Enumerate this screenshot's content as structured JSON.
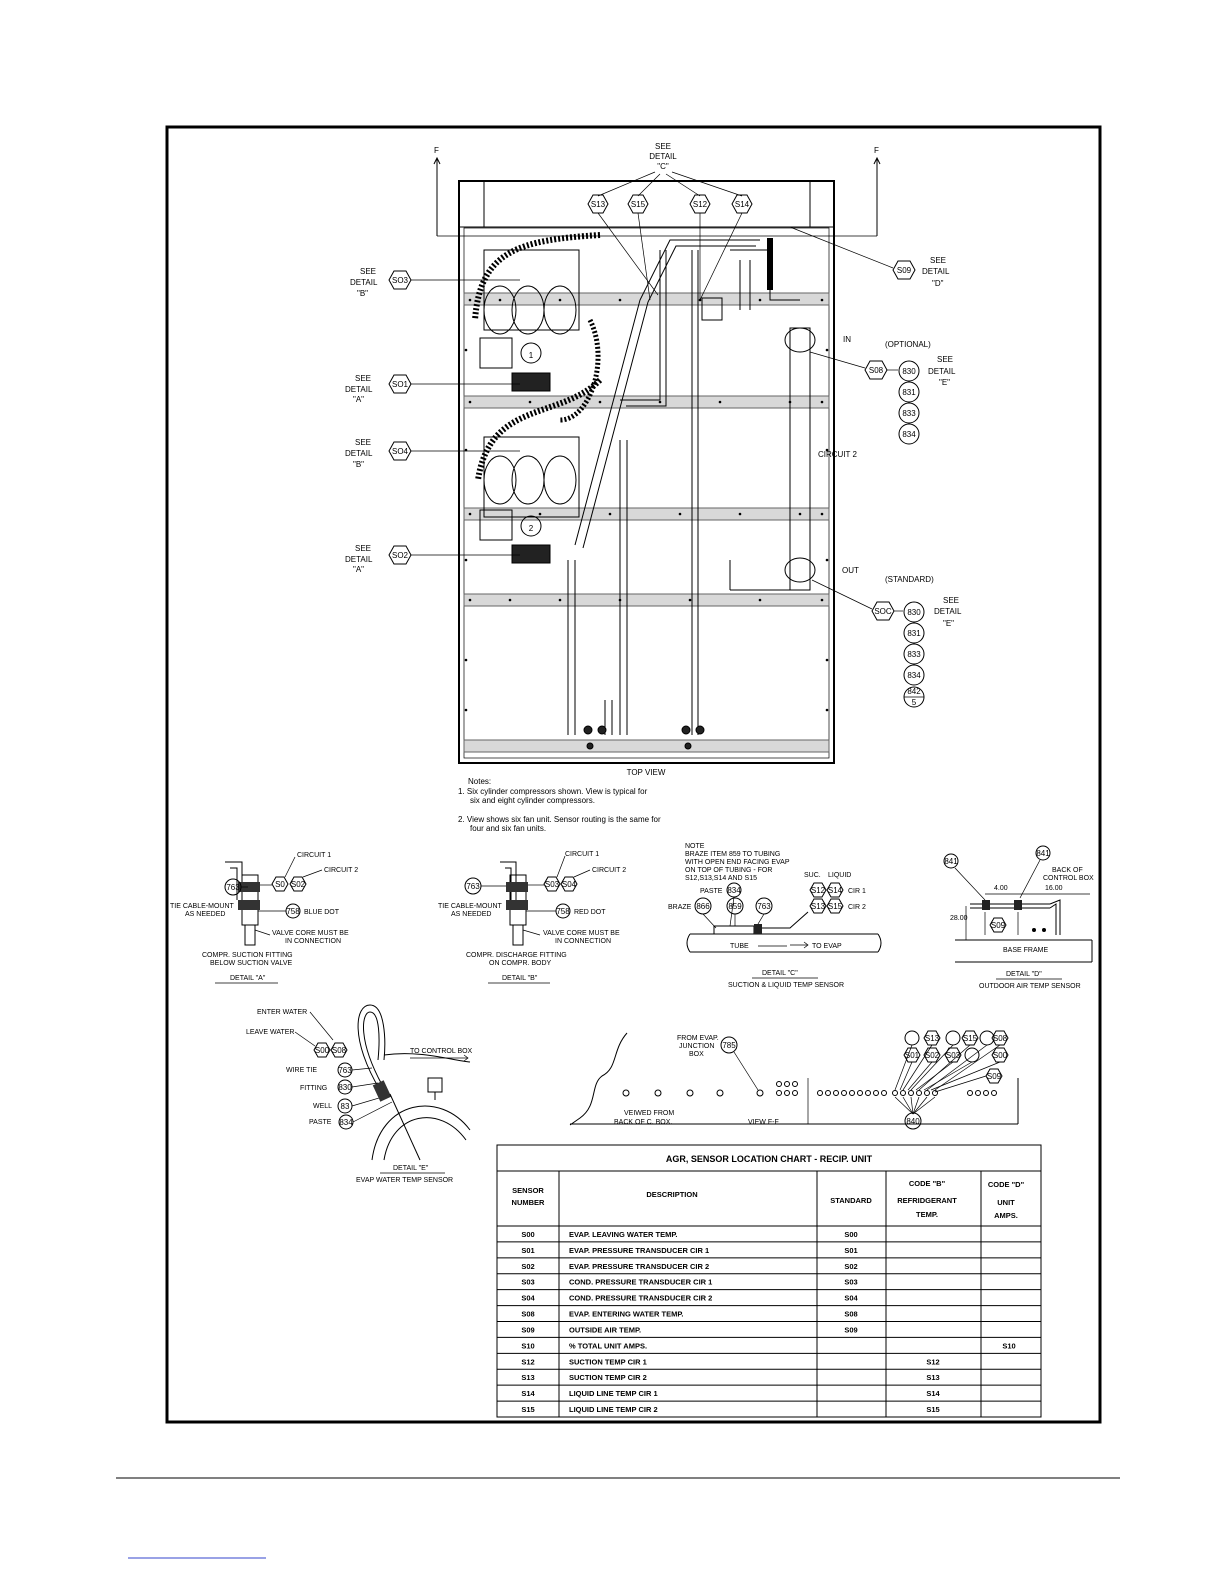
{
  "top_view": {
    "title": "TOP VIEW",
    "section_mark": "F",
    "see_detail_c": [
      "SEE",
      "DETAIL",
      "\"C\""
    ],
    "see": "SEE",
    "detail": "DETAIL",
    "detail_a_q": "\"A\"",
    "detail_b_q": "\"B\"",
    "detail_d_q": "\"D\"",
    "detail_e_q": "\"E\"",
    "in_label": "IN",
    "out_label": "OUT",
    "optional": "(OPTIONAL)",
    "standard": "(STANDARD)",
    "circuit2": "CIRCUIT 2",
    "compressor_1": "1",
    "compressor_2": "2",
    "tags": {
      "s13": "S13",
      "s15": "S15",
      "s12": "S12",
      "s14": "S14",
      "s09": "S09",
      "s03": "SO3",
      "s01": "SO1",
      "s04": "SO4",
      "s02": "SO2",
      "s08": "S08",
      "s00": "SOC"
    },
    "in_items": [
      "830",
      "831",
      "833",
      "834"
    ],
    "out_items": [
      "830",
      "831",
      "833",
      "834"
    ],
    "out_last_top": "842",
    "out_last_bottom": "5"
  },
  "notes": {
    "heading": "Notes:",
    "n1a": "1.  Six cylinder compressors shown.  View is typical for",
    "n1b": "six and eight cylinder compressors.",
    "n2a": "2.  View shows six fan unit.  Sensor routing is the same for",
    "n2b": "four and six fan units."
  },
  "detail_a": {
    "circuit1": "CIRCUIT 1",
    "circuit2": "CIRCUIT 2",
    "item763": "763",
    "tag1": "S0",
    "tag2": "S02",
    "tie1": "TIE CABLE-MOUNT",
    "tie2": "AS NEEDED",
    "item758": "758",
    "dot": "BLUE DOT",
    "valve1": "VALVE CORE MUST BE",
    "valve2": "IN CONNECTION",
    "fit1": "COMPR. SUCTION FITTING",
    "fit2": "BELOW SUCTION VALVE",
    "caption": "DETAIL \"A\""
  },
  "detail_b": {
    "circuit1": "CIRCUIT 1",
    "circuit2": "CIRCUIT 2",
    "item763": "763",
    "tag1": "S03",
    "tag2": "S04",
    "tie1": "TIE CABLE-MOUNT",
    "tie2": "AS NEEDED",
    "item758": "758",
    "dot": "RED DOT",
    "valve1": "VALVE CORE MUST BE",
    "valve2": "IN CONNECTION",
    "fit1": "COMPR. DISCHARGE FITTING",
    "fit2": "ON COMPR. BODY",
    "caption": "DETAIL \"B\""
  },
  "detail_c": {
    "note": [
      "NOTE",
      "BRAZE ITEM 859 TO TUBING",
      "WITH OPEN END FACING EVAP",
      "ON TOP OF TUBING - FOR",
      "S12,S13,S14 AND S15"
    ],
    "suc": "SUC.",
    "liquid": "LIQUID",
    "paste": "PASTE",
    "paste_item": "834",
    "braze": "BRAZE",
    "braze_item": "866",
    "item859": "859",
    "item763": "763",
    "s12": "S12",
    "s14": "S14",
    "s13": "S13",
    "s15": "S15",
    "cir1": "CIR 1",
    "cir2": "CIR 2",
    "tube": "TUBE",
    "to_evap": "TO EVAP",
    "caption": "DETAIL \"C\"",
    "subcaption": "SUCTION & LIQUID TEMP SENSOR"
  },
  "detail_d": {
    "item_left": "841",
    "item_right": "841",
    "back1": "BACK OF",
    "back2": "CONTROL BOX",
    "dim_a": "4.00",
    "dim_b": "16.00",
    "dim_c": "28.00",
    "tag": "S09",
    "base": "BASE FRAME",
    "caption": "DETAIL \"D\"",
    "subcaption": "OUTDOOR AIR TEMP SENSOR"
  },
  "detail_e": {
    "enter": "ENTER WATER",
    "leave": "LEAVE WATER",
    "tag1": "S00",
    "tag2": "S08",
    "to_box": "TO CONTROL BOX",
    "wire_tie": "WIRE TIE",
    "wire_item": "763",
    "fitting": "FITTING",
    "fitting_item": "830",
    "well": "WELL",
    "well_item": "83",
    "paste": "PASTE",
    "paste_item": "834",
    "caption": "DETAIL \"E\"",
    "subcaption": "EVAP WATER TEMP SENSOR"
  },
  "view_ff": {
    "from1": "FROM EVAP.",
    "from2": "JUNCTION",
    "from3": "BOX",
    "item785": "785",
    "viewed1": "VEIWED FROM",
    "viewed2": "BACK OF C. BOX.",
    "caption": "VIEW F-F",
    "row1": [
      "S13",
      "S15",
      "S08"
    ],
    "row2": [
      "S01",
      "S02",
      "S03",
      "S00"
    ],
    "s09": "S09",
    "item840": "840"
  },
  "table": {
    "title": "AGR, SENSOR LOCATION CHART - RECIP. UNIT",
    "headers": {
      "sensor1": "SENSOR",
      "sensor2": "NUMBER",
      "desc": "DESCRIPTION",
      "standard": "STANDARD",
      "codeb1": "CODE \"B\"",
      "codeb2": "REFRIDGERANT",
      "codeb3": "TEMP.",
      "coded1": "CODE \"D\"",
      "coded2": "UNIT",
      "coded3": "AMPS."
    },
    "rows": [
      {
        "num": "S00",
        "desc": "EVAP. LEAVING WATER TEMP.",
        "std": "S00",
        "b": "",
        "d": ""
      },
      {
        "num": "S01",
        "desc": "EVAP. PRESSURE TRANSDUCER CIR 1",
        "std": "S01",
        "b": "",
        "d": ""
      },
      {
        "num": "S02",
        "desc": "EVAP. PRESSURE TRANSDUCER CIR 2",
        "std": "S02",
        "b": "",
        "d": ""
      },
      {
        "num": "S03",
        "desc": "COND. PRESSURE TRANSDUCER CIR 1",
        "std": "S03",
        "b": "",
        "d": ""
      },
      {
        "num": "S04",
        "desc": "COND. PRESSURE TRANSDUCER CIR 2",
        "std": "S04",
        "b": "",
        "d": ""
      },
      {
        "num": "S08",
        "desc": "EVAP. ENTERING WATER TEMP.",
        "std": "S08",
        "b": "",
        "d": ""
      },
      {
        "num": "S09",
        "desc": "OUTSIDE AIR TEMP.",
        "std": "S09",
        "b": "",
        "d": ""
      },
      {
        "num": "S10",
        "desc": "% TOTAL UNIT AMPS.",
        "std": "",
        "b": "",
        "d": "S10"
      },
      {
        "num": "S12",
        "desc": "SUCTION TEMP CIR 1",
        "std": "",
        "b": "S12",
        "d": ""
      },
      {
        "num": "S13",
        "desc": "SUCTION TEMP CIR 2",
        "std": "",
        "b": "S13",
        "d": ""
      },
      {
        "num": "S14",
        "desc": "LIQUID LINE TEMP CIR 1",
        "std": "",
        "b": "S14",
        "d": ""
      },
      {
        "num": "S15",
        "desc": "LIQUID LINE TEMP CIR 2",
        "std": "",
        "b": "S15",
        "d": ""
      }
    ]
  }
}
